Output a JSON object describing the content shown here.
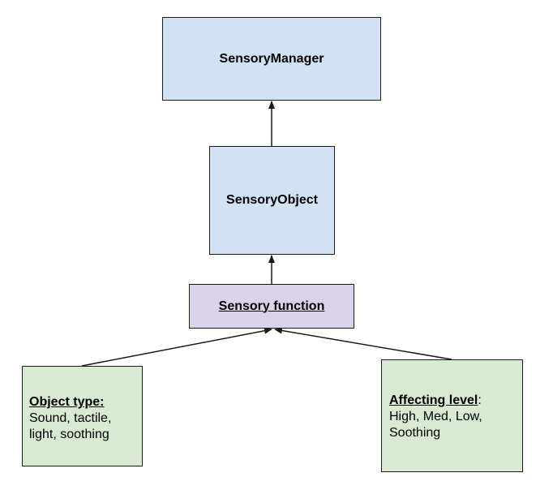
{
  "nodes": {
    "manager": {
      "label": "SensoryManager",
      "fill": "#d0e2f3"
    },
    "object": {
      "label": "SensoryObject",
      "fill": "#d0e2f3"
    },
    "function": {
      "label": "Sensory function",
      "fill": "#dad2e9"
    },
    "object_type": {
      "heading": "Object type:",
      "lines": [
        "Sound, tactile,",
        "light, soothing"
      ],
      "fill": "#d9ead3"
    },
    "affecting_level": {
      "heading": "Affecting level",
      "heading_suffix": ":",
      "lines": [
        "High, Med, Low,",
        "Soothing"
      ],
      "fill": "#d9ead3"
    }
  },
  "edges": [
    {
      "from": "object",
      "to": "manager"
    },
    {
      "from": "function",
      "to": "object"
    },
    {
      "from": "object_type",
      "to": "function"
    },
    {
      "from": "affecting_level",
      "to": "function"
    }
  ],
  "colors": {
    "stroke": "#1a1a1a",
    "text": "#000000"
  }
}
